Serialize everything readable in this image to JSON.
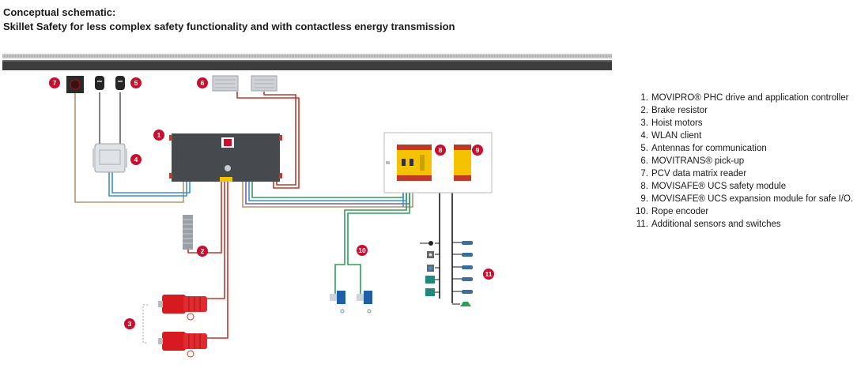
{
  "header": {
    "title": "Conceptual schematic:",
    "subtitle": "Skillet Safety for less complex safety functionality and with contactless energy transmission"
  },
  "legend": [
    {
      "num": "1.",
      "text": "MOVIPRO® PHC drive and application controller"
    },
    {
      "num": "2.",
      "text": "Brake resistor"
    },
    {
      "num": "3.",
      "text": "Hoist motors"
    },
    {
      "num": "4.",
      "text": "WLAN client"
    },
    {
      "num": "5.",
      "text": "Antennas for communication"
    },
    {
      "num": "6.",
      "text": "MOVITRANS® pick-up"
    },
    {
      "num": "7.",
      "text": "PCV data matrix reader"
    },
    {
      "num": "8.",
      "text": "MOVISAFE® UCS safety module"
    },
    {
      "num": "9.",
      "text": "MOVISAFE® UCS expansion module for safe I/O."
    },
    {
      "num": "10.",
      "text": "Rope encoder"
    },
    {
      "num": "11.",
      "text": "Additional sensors and switches"
    }
  ],
  "badges": [
    "1",
    "2",
    "3",
    "4",
    "5",
    "6",
    "7",
    "8",
    "9",
    "10",
    "11"
  ],
  "colors": {
    "badge": "#c8102e",
    "controller": "#454a4f",
    "rail": "#3c3c3c",
    "safety_module": "#f5c200",
    "motor": "#d61a1f",
    "wire_red": "#c0392b",
    "wire_green": "#2f9e5b",
    "wire_blue": "#3b8fd6",
    "wire_tan": "#b5966a",
    "wire_purple": "#7b5ea7",
    "wire_black": "#1a1a1a"
  }
}
